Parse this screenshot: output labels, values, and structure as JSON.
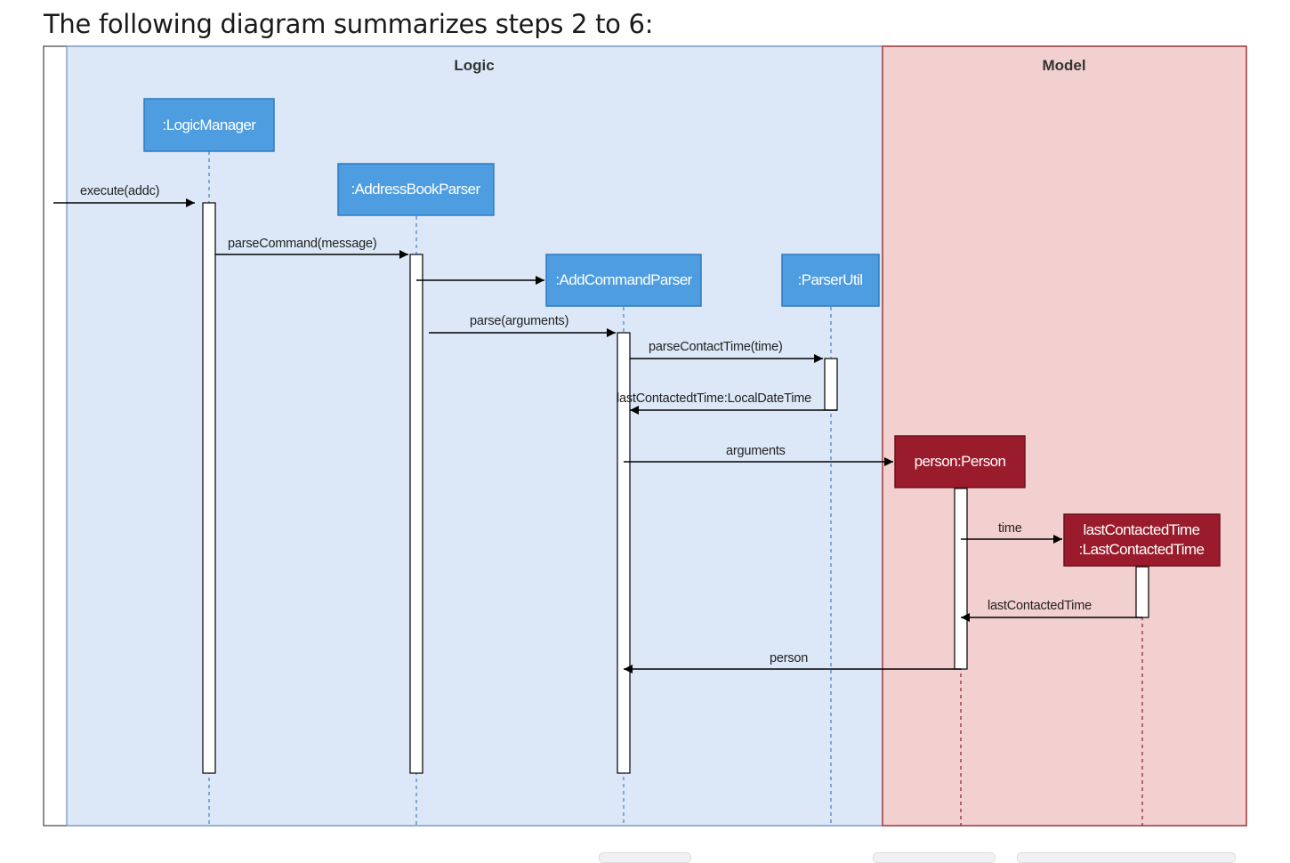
{
  "caption": "The following diagram summarizes steps 2 to 6:",
  "frames": {
    "logic": {
      "title": "Logic",
      "fill": "#dce8f8",
      "stroke": "#6c8ebf"
    },
    "model": {
      "title": "Model",
      "fill": "#f2d0cf",
      "stroke": "#a33b3b"
    }
  },
  "participants": {
    "logic_manager": ":LogicManager",
    "address_book_parser": ":AddressBookParser",
    "add_command_parser": ":AddCommandParser",
    "parser_util": ":ParserUtil",
    "person": "person:Person",
    "last_contacted_time_line1": "lastContactedTime",
    "last_contacted_time_line2": ":LastContactedTime"
  },
  "messages": {
    "execute": "execute(addc)",
    "parse_command": "parseCommand(message)",
    "parse": "parse(arguments)",
    "parse_contact_time": "parseContactTime(time)",
    "last_contacted_return": "lastContactedtTime:LocalDateTime",
    "arguments": "arguments",
    "time": "time",
    "last_contacted_time_return": "lastContactedTime",
    "person_return": "person"
  },
  "colors": {
    "logic_object": "#4d9de0",
    "logic_object_border": "#2f7ac0",
    "model_object": "#9a1c2c",
    "model_object_border": "#6e0f1c"
  }
}
